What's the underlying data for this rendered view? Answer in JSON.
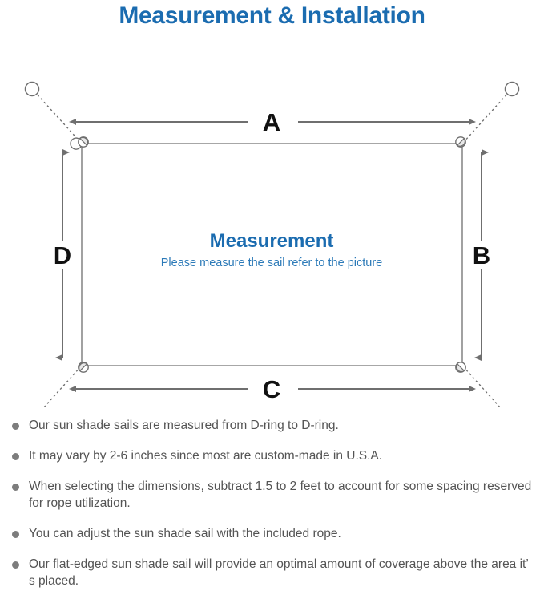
{
  "header": {
    "title": "Measurement & Installation",
    "title_color": "#1b6cb0"
  },
  "diagram": {
    "name": "sun-shade-sail-measurement-diagram",
    "center": {
      "title": "Measurement",
      "subtitle": "Please measure the sail refer to the picture"
    },
    "dimension_labels": {
      "top": "A",
      "right": "B",
      "bottom": "C",
      "left": "D"
    },
    "colors": {
      "line": "#6f6f6f",
      "sail_edge": "#8a8a8a",
      "letter": "#111111",
      "center_title": "#1b6cb0",
      "center_subtitle": "#2c7ab8"
    },
    "anchor_points": [
      {
        "name": "anchor-point-top-left"
      },
      {
        "name": "anchor-point-top-right"
      },
      {
        "name": "anchor-point-bottom-left"
      },
      {
        "name": "anchor-point-bottom-right"
      }
    ],
    "d_rings": [
      {
        "name": "d-ring-top-left"
      },
      {
        "name": "d-ring-top-right"
      },
      {
        "name": "d-ring-bottom-left"
      },
      {
        "name": "d-ring-bottom-right"
      }
    ]
  },
  "notes": {
    "bullet_color": "#7d7d7d",
    "items": [
      "Our sun shade sails are measured from D-ring to D-ring.",
      "It may vary by 2-6 inches since most are custom-made in U.S.A.",
      "When selecting the dimensions, subtract 1.5 to 2 feet to account for some spacing reserved for rope utilization.",
      "You can adjust the sun shade sail with the included rope.",
      "Our flat-edged sun shade sail will provide an optimal amount of coverage above the area it’ s placed."
    ]
  }
}
